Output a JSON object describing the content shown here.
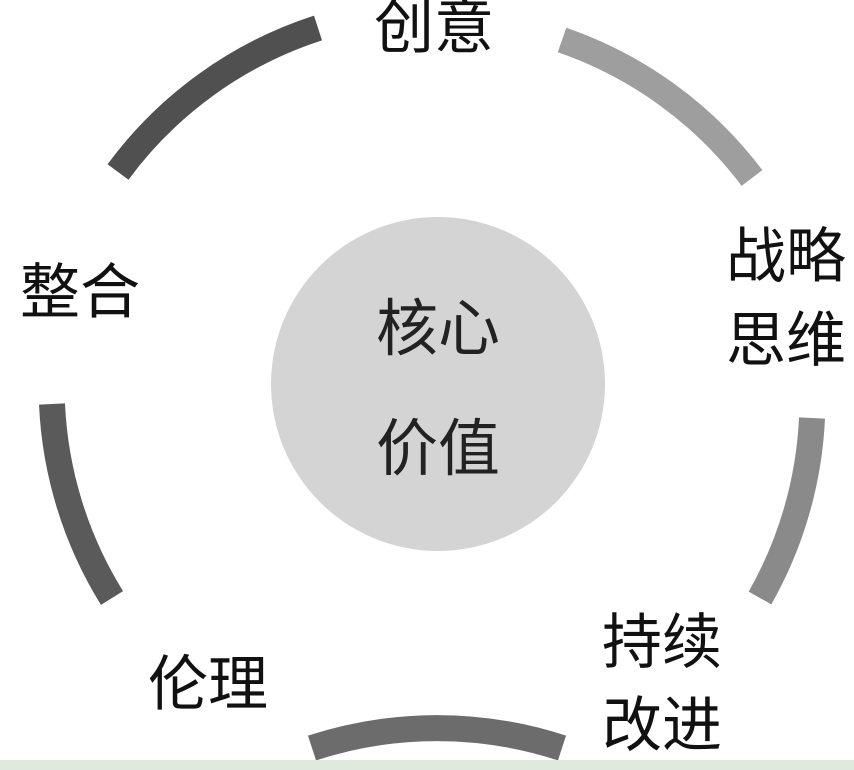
{
  "center": {
    "line1": "核心",
    "line2": "价值",
    "fill_color": "#d4d4d4"
  },
  "segments": [
    {
      "id": "creativity",
      "lines": [
        "创意"
      ],
      "color": "#9e9e9e"
    },
    {
      "id": "strategic-thinking",
      "lines": [
        "战略",
        "思维"
      ],
      "color": "#8a8a8a"
    },
    {
      "id": "continuous-improvement",
      "lines": [
        "持续",
        "改进"
      ],
      "color": "#6c6c6c"
    },
    {
      "id": "ethics",
      "lines": [
        "伦理"
      ],
      "color": "#5a5a5a"
    },
    {
      "id": "integration",
      "lines": [
        "整合"
      ],
      "color": "#555555"
    }
  ],
  "top_left_arc_color": "#505050",
  "background_color": "#ffffff",
  "bottom_band_color": "#dfeadc"
}
